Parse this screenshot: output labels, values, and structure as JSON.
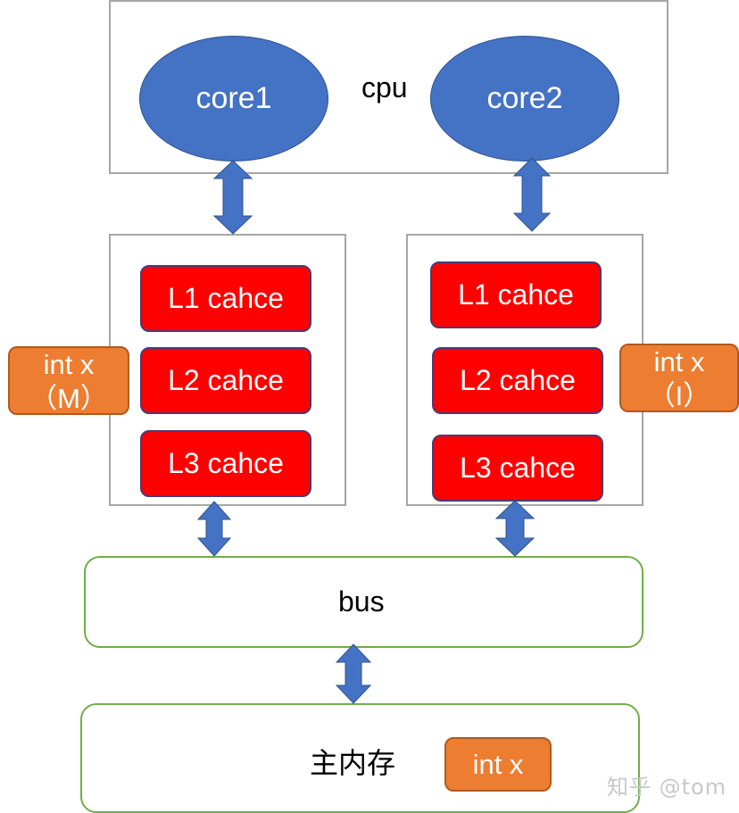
{
  "diagram": {
    "cpu": {
      "label": "cpu",
      "cores": [
        {
          "label": "core1"
        },
        {
          "label": "core2"
        }
      ]
    },
    "cache_groups": [
      {
        "caches": [
          {
            "label": "L1 cahce"
          },
          {
            "label": "L2 cahce"
          },
          {
            "label": "L3 cahce"
          }
        ],
        "variable": {
          "line1": "int x",
          "line2": "（M）"
        }
      },
      {
        "caches": [
          {
            "label": "L1 cahce"
          },
          {
            "label": "L2 cahce"
          },
          {
            "label": "L3 cahce"
          }
        ],
        "variable": {
          "line1": "int x",
          "line2": "（I）"
        }
      }
    ],
    "bus": {
      "label": "bus"
    },
    "memory": {
      "label": "主内存",
      "variable": "int x"
    },
    "watermark": "知乎 @tom",
    "colors": {
      "core": "#4472c4",
      "arrow": "#4472c4",
      "cache": "#ff0000",
      "variable": "#ed7d31",
      "bus_border": "#70ad47",
      "container_border": "#a6a6a6"
    }
  }
}
